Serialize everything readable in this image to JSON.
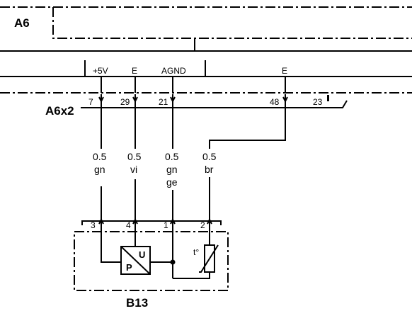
{
  "module": {
    "name": "A6"
  },
  "connector": {
    "name": "A6x2",
    "signals": [
      "+5V",
      "E",
      "AGND",
      "E"
    ],
    "pins": [
      "7",
      "29",
      "21",
      "48",
      "23"
    ]
  },
  "wires": [
    {
      "size": "0.5",
      "color": "gn"
    },
    {
      "size": "0.5",
      "color": "vi"
    },
    {
      "size": "0.5",
      "color": "gn",
      "color2": "ge"
    },
    {
      "size": "0.5",
      "color": "br"
    }
  ],
  "sensor": {
    "name": "B13",
    "pins": [
      "3",
      "4",
      "1",
      "2"
    ],
    "p_label": "P",
    "u_label": "U",
    "t_label": "t°"
  }
}
